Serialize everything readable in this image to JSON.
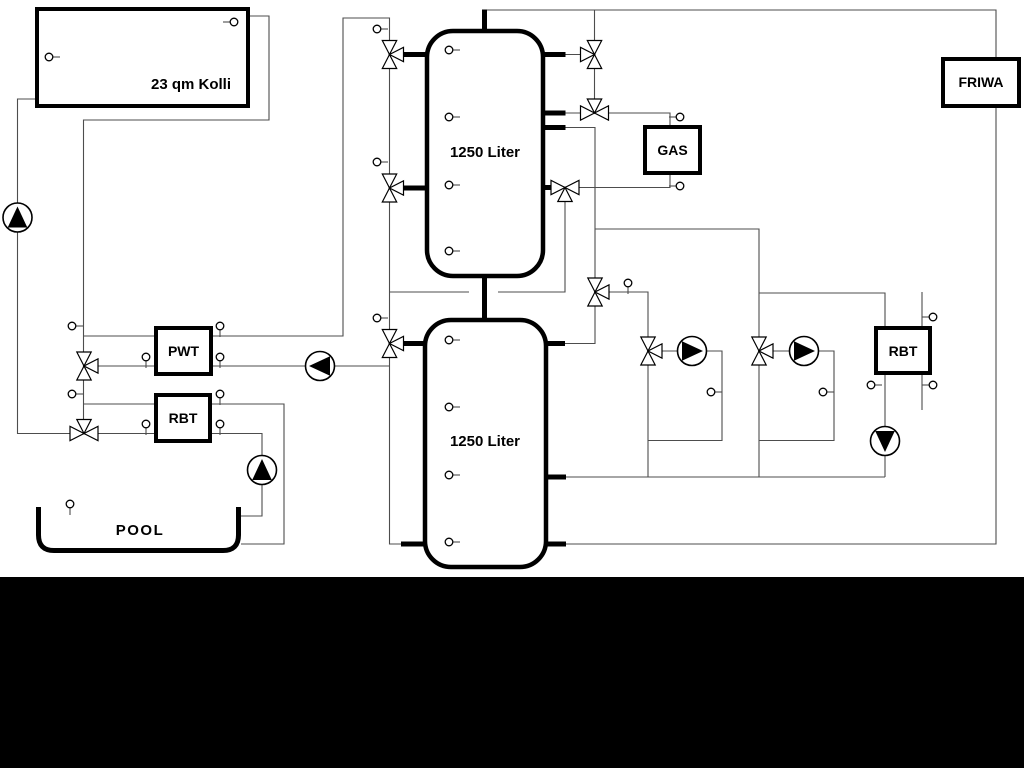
{
  "diagram": {
    "type": "hydraulic-schematic",
    "background_color": "#ffffff",
    "pipe_color": "#4d4d4d",
    "component_color": "#000000",
    "labels": {
      "collector": "23 qm Kolli",
      "tank_upper": "1250 Liter",
      "tank_lower": "1250 Liter",
      "heat_exchanger_pwt": "PWT",
      "heat_exchanger_rbt_left": "RBT",
      "heat_exchanger_rbt_right": "RBT",
      "boiler": "GAS",
      "fresh_water_station": "FRIWA",
      "pool": "POOL"
    }
  }
}
